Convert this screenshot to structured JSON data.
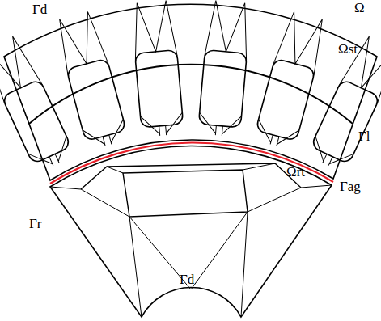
{
  "diagram": {
    "labels": [
      "Γd",
      "Ω",
      "Ωst",
      "Γl",
      "Γag",
      "Ωrt",
      "Γr",
      "Γd"
    ]
  }
}
